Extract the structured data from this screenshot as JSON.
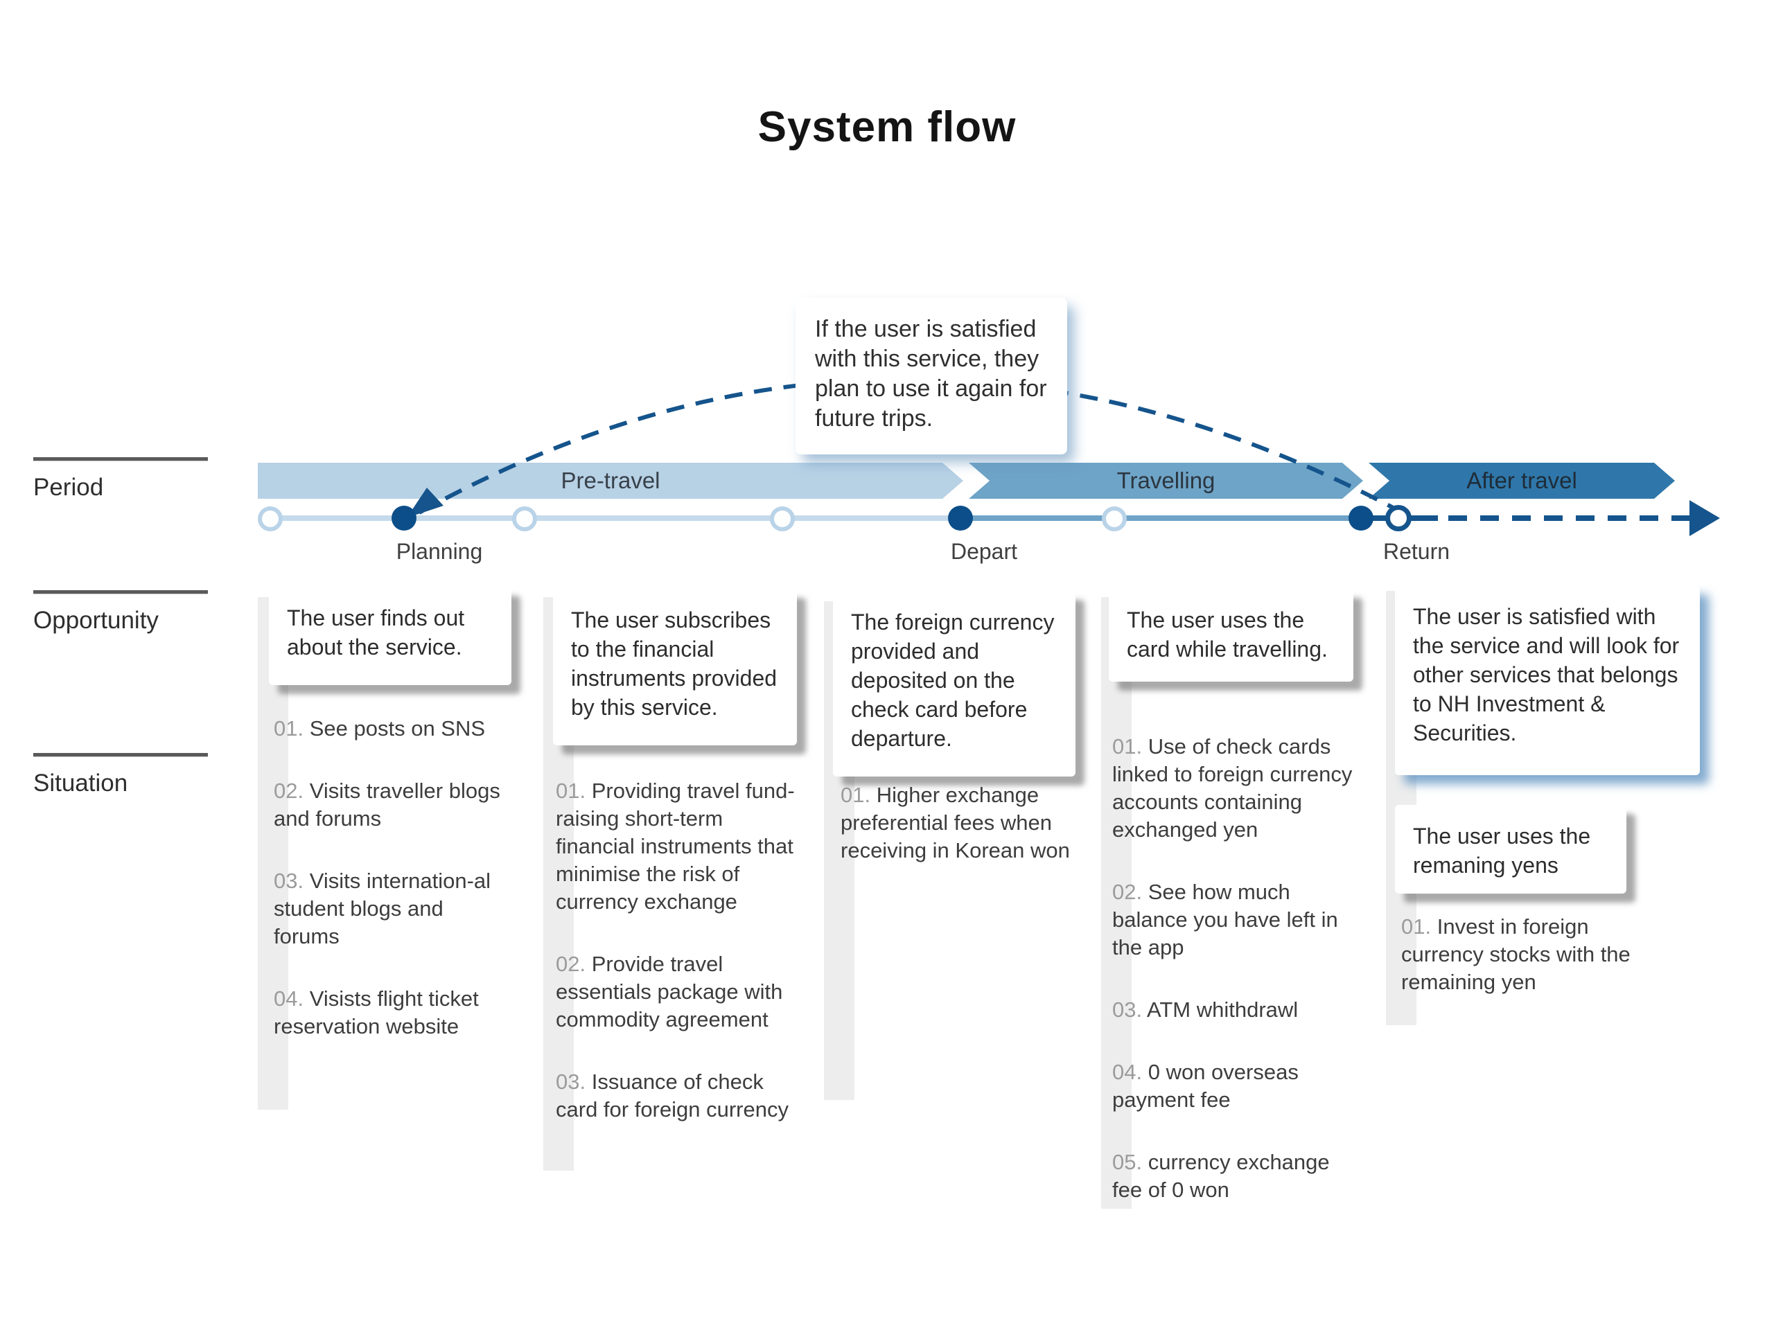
{
  "title": "System flow",
  "callout": {
    "text": "If the user is satisfied with this service, they plan to use it again for future trips."
  },
  "row_labels": {
    "period": "Period",
    "opportunity": "Opportunity",
    "situation": "Situation"
  },
  "periods": [
    {
      "label": "Pre-travel"
    },
    {
      "label": "Travelling"
    },
    {
      "label": "After travel"
    }
  ],
  "milestones": [
    {
      "label": "Planning"
    },
    {
      "label": "Depart"
    },
    {
      "label": "Return"
    }
  ],
  "columns": [
    {
      "opportunity": "The user finds out about the service.",
      "situations": [
        {
          "num": "01.",
          "text": "See posts on SNS"
        },
        {
          "num": "02.",
          "text": "Visits traveller blogs and forums"
        },
        {
          "num": "03.",
          "text": "Visits internation-al student blogs and forums"
        },
        {
          "num": "04.",
          "text": "Visists flight ticket reservation website"
        }
      ]
    },
    {
      "opportunity": "The user subscribes to the financial instruments provided by this service.",
      "situations": [
        {
          "num": "01.",
          "text": "Providing travel fund-raising short-term financial instruments that minimise the risk of currency exchange"
        },
        {
          "num": "02.",
          "text": "Provide travel essentials package with commodity agreement"
        },
        {
          "num": "03.",
          "text": "Issuance of check card for foreign currency"
        }
      ]
    },
    {
      "opportunity": "The foreign currency provided and deposited on the check card before departure.",
      "situations": [
        {
          "num": "01.",
          "text": "Higher exchange preferential fees when receiving in Korean won"
        }
      ]
    },
    {
      "opportunity": "The user uses the card while travelling.",
      "situations": [
        {
          "num": "01.",
          "text": "Use of check cards linked to foreign currency accounts containing exchanged yen"
        },
        {
          "num": "02.",
          "text": "See how much balance you have left in the app"
        },
        {
          "num": "03.",
          "text": "ATM whithdrawl"
        },
        {
          "num": "04.",
          "text": "0 won overseas payment fee"
        },
        {
          "num": "05.",
          "text": "currency exchange fee of 0 won"
        }
      ]
    },
    {
      "opportunity": "The user is satisfied with the service and will look for other services that belongs to NH Investment & Securities.",
      "opportunity2": "The user uses the remaning yens",
      "situations": [
        {
          "num": "01.",
          "text": "Invest in foreign currency stocks with the remaining yen"
        }
      ]
    }
  ],
  "colors": {
    "band_pre_travel": "#b7d1e5",
    "band_travelling": "#6ea4c7",
    "band_after_travel": "#2f77aa",
    "timeline_light": "#c5daeb",
    "timeline_medium": "#6fa3c7",
    "timeline_dark": "#15548c",
    "dot_filled": "#0c4e89",
    "strip_gray": "#ededed"
  }
}
